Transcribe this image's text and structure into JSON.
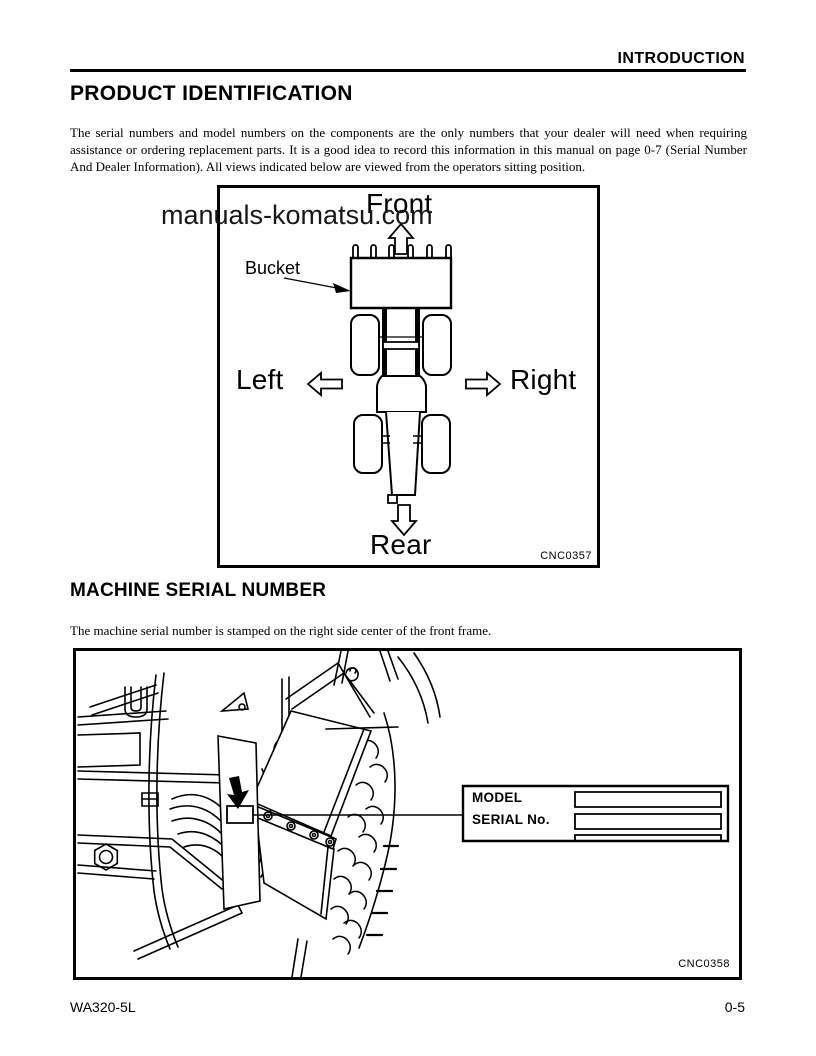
{
  "page": {
    "header": {
      "section": "INTRODUCTION"
    },
    "title": "PRODUCT IDENTIFICATION",
    "intro_paragraph": "The serial numbers and model numbers on the components are the only numbers that your dealer will need when requiring assistance or ordering replacement parts. It is a good idea to record this information in this manual on page 0-7 (Serial Number And Dealer Information). All views indicated below are viewed from the operators sitting position.",
    "watermark": "manuals-komatsu.com",
    "footer": {
      "model": "WA320-5L",
      "page_number": "0-5"
    }
  },
  "orientation_diagram": {
    "labels": {
      "front": "Front",
      "rear": "Rear",
      "left": "Left",
      "right": "Right",
      "bucket": "Bucket"
    },
    "figure_code": "CNC0357"
  },
  "serial_section": {
    "heading": "MACHINE SERIAL NUMBER",
    "body": "The machine serial number is stamped on the right side center of the front frame.",
    "plate": {
      "model_label": "MODEL",
      "serial_label": "SERIAL No."
    },
    "figure_code": "CNC0358"
  }
}
